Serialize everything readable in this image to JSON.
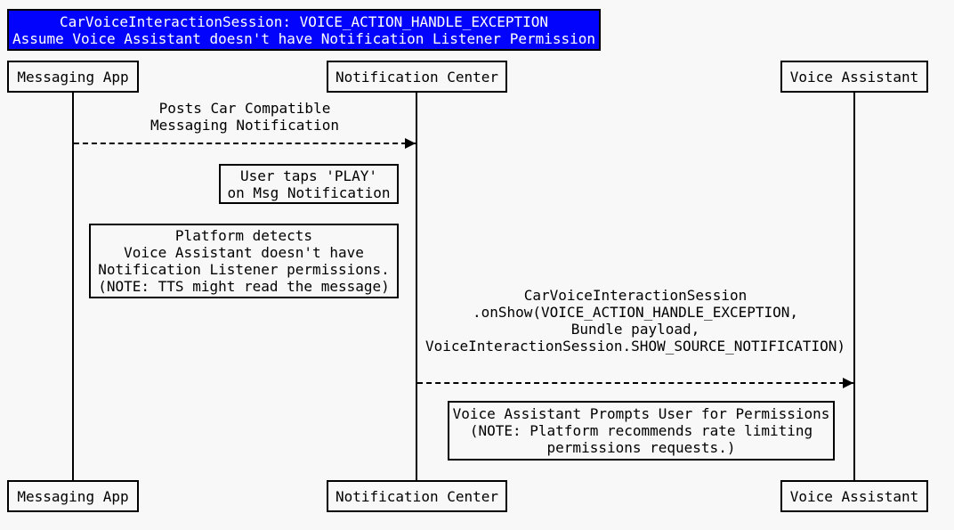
{
  "diagram": {
    "type": "sequence-diagram",
    "title": "CarVoiceInteractionSession: VOICE_ACTION_HANDLE_EXCEPTION\nAssume Voice Assistant doesn't have Notification Listener Permission",
    "colors": {
      "title_background": "#0203fc",
      "title_text": "#ffffff",
      "line_color": "#000000",
      "page_background": "#f8f8f8",
      "text_color": "#000000"
    },
    "actors": [
      {
        "name": "Messaging App"
      },
      {
        "name": "Notification Center"
      },
      {
        "name": "Voice Assistant"
      }
    ],
    "messages": [
      {
        "from": "Messaging App",
        "to": "Notification Center",
        "line_style": "dashed",
        "label": "Posts Car Compatible\nMessaging Notification"
      },
      {
        "from": "Notification Center",
        "to": "Voice Assistant",
        "line_style": "dashed",
        "label": "CarVoiceInteractionSession\n.onShow(VOICE_ACTION_HANDLE_EXCEPTION,\nBundle payload,\nVoiceInteractionSession.SHOW_SOURCE_NOTIFICATION)"
      }
    ],
    "notes": [
      {
        "text": "User taps 'PLAY'\non Msg Notification"
      },
      {
        "text": "Platform detects\nVoice Assistant doesn't have\nNotification Listener permissions.\n(NOTE: TTS might read the message)"
      },
      {
        "text": "Voice Assistant Prompts User for Permissions\n(NOTE: Platform recommends rate limiting\npermissions requests.)"
      }
    ]
  }
}
